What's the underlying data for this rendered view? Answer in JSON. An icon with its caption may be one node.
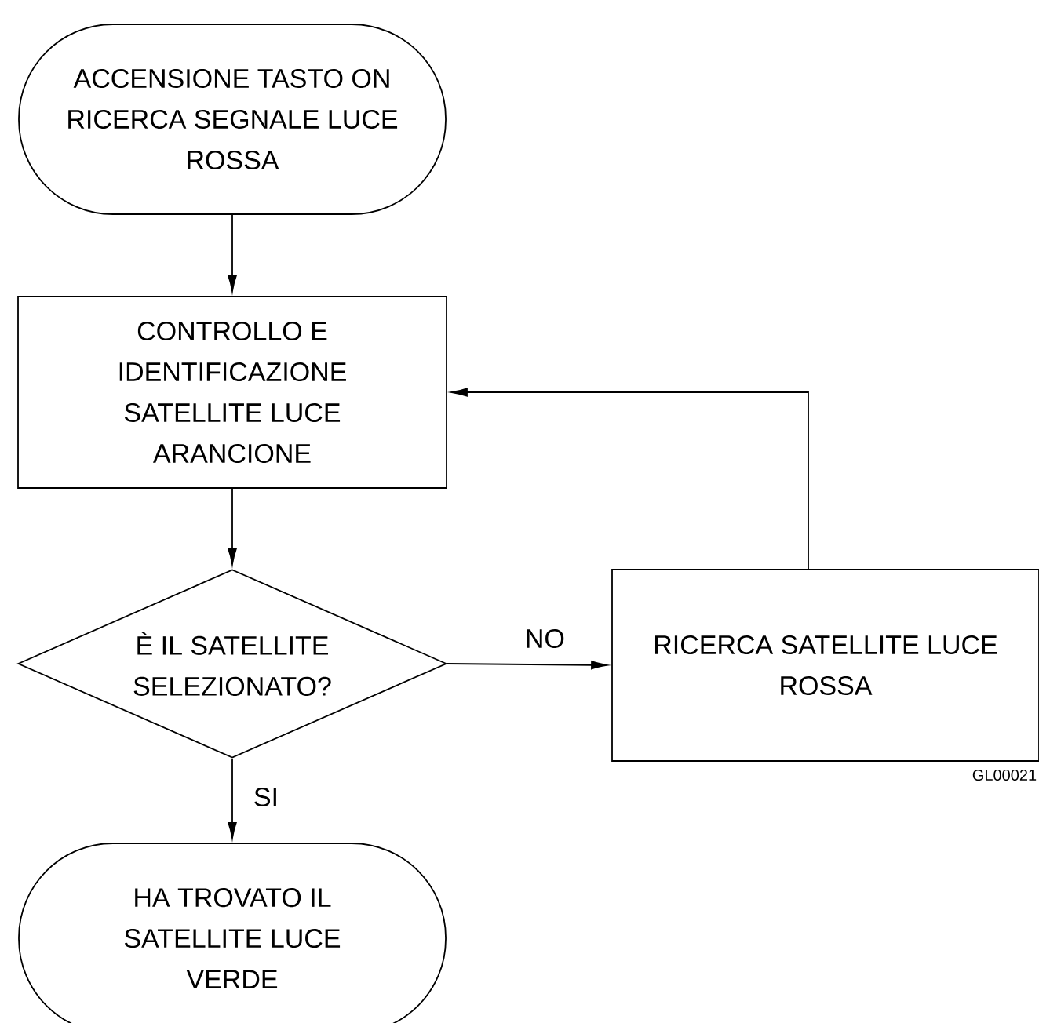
{
  "diagram": {
    "nodes": [
      {
        "text": [
          "ACCENSIONE TASTO ON RICERCA SEGNALE LUCE ROSSA"
        ]
      },
      {
        "text": [
          "CONTROLLO E IDENTIFICAZIONE SATELLITE LUCE ARANCIONE"
        ]
      },
      {
        "text": [
          "È IL SATELLITE SELEZIONATO?"
        ]
      },
      {
        "text": [
          "RICERCA SATELLITE LUCE ROSSA"
        ]
      },
      {
        "text": [
          "HA TROVATO IL SATELLITE LUCE VERDE"
        ]
      }
    ],
    "edges": [
      {
        "from": 0,
        "to": 1,
        "arrow": "to"
      },
      {
        "from": 1,
        "to": 2,
        "arrow": "to"
      },
      {
        "from": 2,
        "to": 3,
        "arrow": "to",
        "label": "NO"
      },
      {
        "from": 2,
        "to": 4,
        "arrow": "to",
        "label": "SI"
      },
      {
        "from": 3,
        "to": 1,
        "arrow": "to"
      }
    ],
    "labels": [
      "GL00021"
    ]
  }
}
